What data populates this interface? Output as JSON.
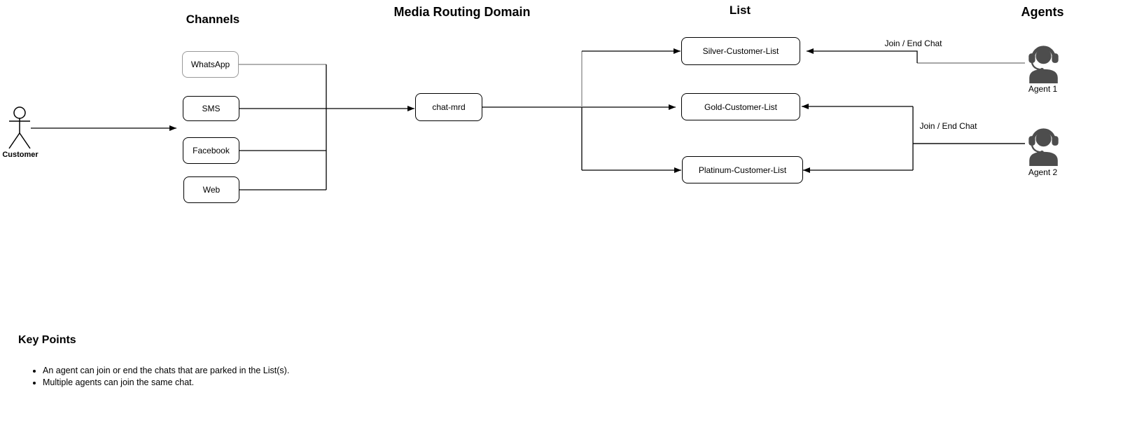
{
  "diagram": {
    "headings": {
      "channels": "Channels",
      "media_routing_domain": "Media Routing Domain",
      "list": "List",
      "agents": "Agents"
    },
    "actor": {
      "label": "Customer"
    },
    "channel_nodes": [
      {
        "label": "WhatsApp"
      },
      {
        "label": "SMS"
      },
      {
        "label": "Facebook"
      },
      {
        "label": "Web"
      }
    ],
    "mrd_node": {
      "label": "chat-mrd"
    },
    "list_nodes": [
      {
        "label": "Silver-Customer-List"
      },
      {
        "label": "Gold-Customer-List"
      },
      {
        "label": "Platinum-Customer-List"
      }
    ],
    "agent_nodes": [
      {
        "label": "Agent 1"
      },
      {
        "label": "Agent 2"
      }
    ],
    "edge_labels": {
      "agent1_join_end_chat": "Join / End Chat",
      "agent2_join_end_chat": "Join / End Chat"
    },
    "colors": {
      "edge": "#000000",
      "highlight_gray": "#999999",
      "agent_icon": "#4d4d4d",
      "whatsapp_border": "#999999",
      "background": "#ffffff"
    }
  },
  "key_points": {
    "title": "Key Points",
    "bullets": [
      "An agent can join or end the chats that are parked in the List(s).",
      "Multiple agents can join the same chat."
    ]
  }
}
